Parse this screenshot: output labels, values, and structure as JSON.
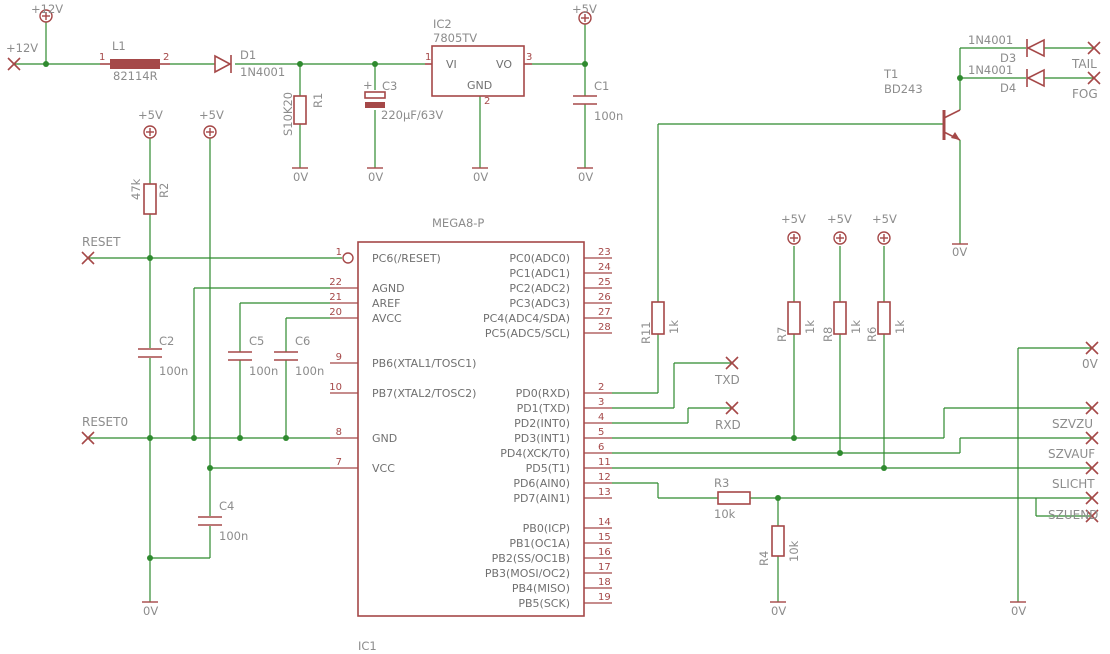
{
  "schematic": {
    "ic1": {
      "ref": "IC1",
      "value": "MEGA8-P",
      "left_pins": [
        {
          "num": "1",
          "name": "PC6(/RESET)"
        },
        {
          "num": "22",
          "name": "AGND"
        },
        {
          "num": "21",
          "name": "AREF"
        },
        {
          "num": "20",
          "name": "AVCC"
        },
        {
          "num": "9",
          "name": "PB6(XTAL1/TOSC1)"
        },
        {
          "num": "10",
          "name": "PB7(XTAL2/TOSC2)"
        },
        {
          "num": "8",
          "name": "GND"
        },
        {
          "num": "7",
          "name": "VCC"
        }
      ],
      "right_pins": [
        {
          "num": "23",
          "name": "PC0(ADC0)"
        },
        {
          "num": "24",
          "name": "PC1(ADC1)"
        },
        {
          "num": "25",
          "name": "PC2(ADC2)"
        },
        {
          "num": "26",
          "name": "PC3(ADC3)"
        },
        {
          "num": "27",
          "name": "PC4(ADC4/SDA)"
        },
        {
          "num": "28",
          "name": "PC5(ADC5/SCL)"
        },
        {
          "num": "2",
          "name": "PD0(RXD)"
        },
        {
          "num": "3",
          "name": "PD1(TXD)"
        },
        {
          "num": "4",
          "name": "PD2(INT0)"
        },
        {
          "num": "5",
          "name": "PD3(INT1)"
        },
        {
          "num": "6",
          "name": "PD4(XCK/T0)"
        },
        {
          "num": "11",
          "name": "PD5(T1)"
        },
        {
          "num": "12",
          "name": "PD6(AIN0)"
        },
        {
          "num": "13",
          "name": "PD7(AIN1)"
        },
        {
          "num": "14",
          "name": "PB0(ICP)"
        },
        {
          "num": "15",
          "name": "PB1(OC1A)"
        },
        {
          "num": "16",
          "name": "PB2(SS/OC1B)"
        },
        {
          "num": "17",
          "name": "PB3(MOSI/OC2)"
        },
        {
          "num": "18",
          "name": "PB4(MISO)"
        },
        {
          "num": "19",
          "name": "PB5(SCK)"
        }
      ]
    },
    "ic2": {
      "ref": "IC2",
      "value": "7805TV",
      "vi": "VI",
      "vo": "VO",
      "gnd": "GND",
      "pin1": "1",
      "pin2": "2",
      "pin3": "3"
    },
    "l1": {
      "ref": "L1",
      "value": "82114R",
      "pin1": "1",
      "pin2": "2"
    },
    "d1": {
      "ref": "D1",
      "value": "1N4001"
    },
    "d3": {
      "ref": "D3",
      "value": "1N4001"
    },
    "d4": {
      "ref": "D4",
      "value": "1N4001"
    },
    "t1": {
      "ref": "T1",
      "value": "BD243"
    },
    "r1": {
      "ref": "R1",
      "value": "S10K20"
    },
    "r2": {
      "ref": "R2",
      "value": "47k"
    },
    "r3": {
      "ref": "R3",
      "value": "10k"
    },
    "r4": {
      "ref": "R4",
      "value": "10k"
    },
    "r6": {
      "ref": "R6",
      "value": "1k"
    },
    "r7": {
      "ref": "R7",
      "value": "1k"
    },
    "r8": {
      "ref": "R8",
      "value": "1k"
    },
    "r11": {
      "ref": "R11",
      "value": "1k"
    },
    "c1": {
      "ref": "C1",
      "value": "100n"
    },
    "c2": {
      "ref": "C2",
      "value": "100n"
    },
    "c3": {
      "ref": "C3",
      "value": "220µF/63V",
      "plus": "+"
    },
    "c4": {
      "ref": "C4",
      "value": "100n"
    },
    "c5": {
      "ref": "C5",
      "value": "100n"
    },
    "c6": {
      "ref": "C6",
      "value": "100n"
    },
    "supply": {
      "v12": "+12V",
      "v5": "+5V",
      "gnd": "0V"
    },
    "nets": {
      "in12": "+12V",
      "reset": "RESET",
      "reset0": "RESET0",
      "txd": "TXD",
      "rxd": "RXD",
      "tail": "TAIL",
      "fog": "FOG",
      "zero": "0V",
      "szvzu": "SZVZU",
      "szvauf": "SZVAUF",
      "slicht": "SLICHT",
      "szuend": "SZUEND"
    }
  },
  "colors": {
    "wire": "#2f8a2f",
    "symbol": "#a54848",
    "text": "#8c8c8c"
  }
}
